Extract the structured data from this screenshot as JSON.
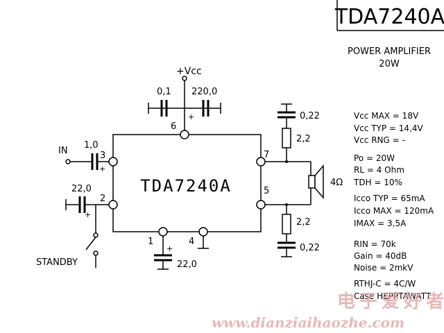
{
  "title": "TDA7240A",
  "subtitle_line1": "POWER AMPLIFIER",
  "subtitle_line2": "20W",
  "chip_label": "TDA7240A",
  "supply_label": "+Vcc",
  "labels": {
    "c_in": "1,0",
    "c_sb": "22,0",
    "c_v1": "0,1",
    "c_v2": "220,0",
    "c_top": "0,22",
    "r_top": "2,2",
    "r_bot": "2,2",
    "c_bot": "0,22",
    "c_pin1": "22,0",
    "speaker": "4Ω",
    "in": "IN",
    "standby": "STANDBY",
    "plus": "+"
  },
  "pins": {
    "p1": "1",
    "p2": "2",
    "p3": "3",
    "p4": "4",
    "p5": "5",
    "p6": "6",
    "p7": "7"
  },
  "specs": {
    "vcc_max": "Vcc MAX = 18V",
    "vcc_typ": "Vcc TYP = 14,4V",
    "vcc_rng": "Vcc RNG = -",
    "po": "Po = 20W",
    "rl": "RL = 4 Ohm",
    "tdh": "TDH = 10%",
    "icco_typ": "Icco TYP = 65mA",
    "icco_max": "Icco MAX = 120mA",
    "imax": "IMAX =    3,5A",
    "rin": "RIN = 70k",
    "gain": "Gain = 40dB",
    "noise": "Noise = 2mkV",
    "rthj": "RTHJ-C = 4C/W",
    "case": "Case HEPPTAWATT"
  },
  "watermark": {
    "chinese": "电子爱好者",
    "url": "www.dianziaihaozhe.com",
    "color": "#e0a0a0"
  }
}
